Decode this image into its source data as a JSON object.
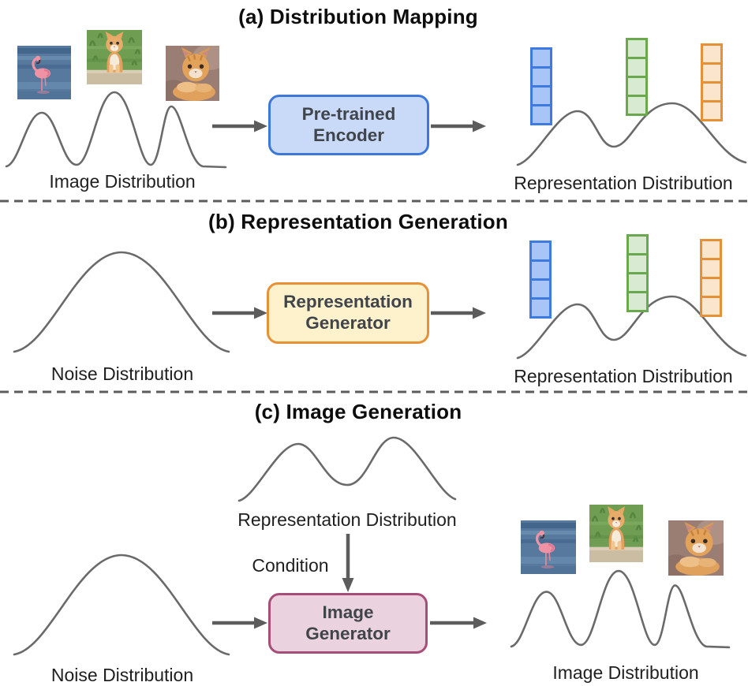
{
  "figure": {
    "panel_a": {
      "title": "(a) Distribution Mapping",
      "source_label": "Image Distribution",
      "target_label": "Representation Distribution",
      "box_line1": "Pre-trained",
      "box_line2": "Encoder"
    },
    "panel_b": {
      "title": "(b) Representation Generation",
      "source_label": "Noise Distribution",
      "target_label": "Representation Distribution",
      "box_line1": "Representation",
      "box_line2": "Generator"
    },
    "panel_c": {
      "title": "(c) Image Generation",
      "condition_curve_label": "Representation Distribution",
      "condition_arrow_label": "Condition",
      "source_label": "Noise Distribution",
      "target_label": "Image Distribution",
      "box_line1": "Image",
      "box_line2": "Generator"
    }
  },
  "tokens": {
    "cells": 4,
    "stacks": [
      "blue",
      "green",
      "orange"
    ]
  },
  "photos": [
    "flamingo-in-water",
    "kitten-on-stone",
    "cat-lying-down"
  ],
  "colors": {
    "title_text": "#0d0d0d",
    "label_text": "#1f1f1f",
    "box_text": "#40444b",
    "curve": "#6a6a6a",
    "arrow": "#5c5c5c",
    "divider": "#5c5c5c",
    "encoder_fill": "#c9daf8",
    "encoder_border": "#3d78d8",
    "repgen_fill": "#fdf2cc",
    "repgen_border": "#e69138",
    "imggen_fill": "#ead2de",
    "imggen_border": "#a64d79",
    "token_blue_fill": "#a9c5f7",
    "token_blue_border": "#3d7be0",
    "token_green_fill": "#d9ead3",
    "token_green_border": "#6aa84f",
    "token_orange_fill": "#fce5cd",
    "token_orange_border": "#e69138"
  }
}
